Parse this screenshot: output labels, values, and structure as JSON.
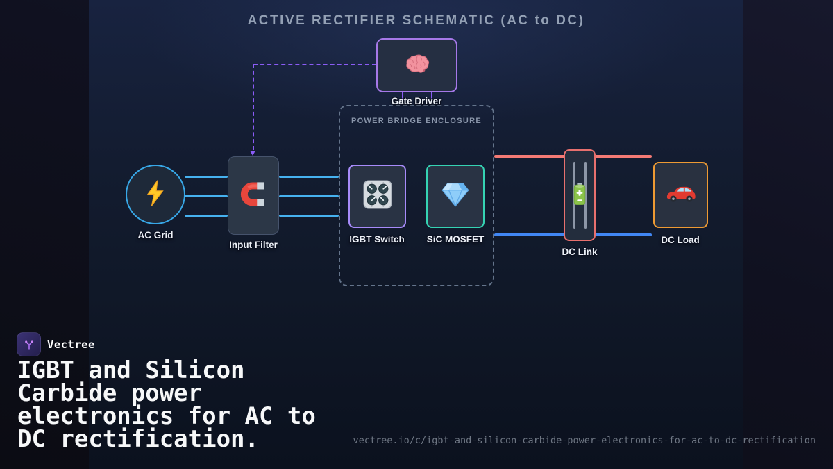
{
  "diagram": {
    "title": "ACTIVE RECTIFIER SCHEMATIC (AC to DC)",
    "enclosure_label": "POWER BRIDGE ENCLOSURE",
    "nodes": {
      "ac_grid": "AC Grid",
      "input_filter": "Input Filter",
      "gate_driver": "Gate Driver",
      "igbt_switch": "IGBT Switch",
      "sic_mosfet": "SiC MOSFET",
      "dc_link": "DC Link",
      "dc_load": "DC Load"
    },
    "icons": {
      "ac_grid": "lightning-icon",
      "input_filter": "magnet-icon",
      "gate_driver": "brain-icon",
      "igbt_switch": "knobs-icon",
      "sic_mosfet": "gem-icon",
      "dc_link": "battery-icon",
      "dc_load": "car-icon"
    },
    "colors": {
      "ac_wire": "#46b1ef",
      "dc_positive_rail": "#f47a75",
      "dc_negative_rail": "#4187f4",
      "gate_signal": "#8b5cf6",
      "ac_grid_border": "#38a8e8",
      "gate_driver_border": "#a678e8",
      "igbt_border": "#a78bfa",
      "sic_border": "#35d3b3",
      "dc_link_border": "#e8706e",
      "dc_load_border": "#ee9a33",
      "enclosure_dash": "#64748b"
    }
  },
  "branding": {
    "name": "Vectree",
    "headline_lines": {
      "line1": "IGBT and Silicon",
      "line2": "Carbide power",
      "line3": "electronics for AC to",
      "line4": "DC rectification."
    },
    "url": "vectree.io/c/igbt-and-silicon-carbide-power-electronics-for-ac-to-dc-rectification"
  }
}
